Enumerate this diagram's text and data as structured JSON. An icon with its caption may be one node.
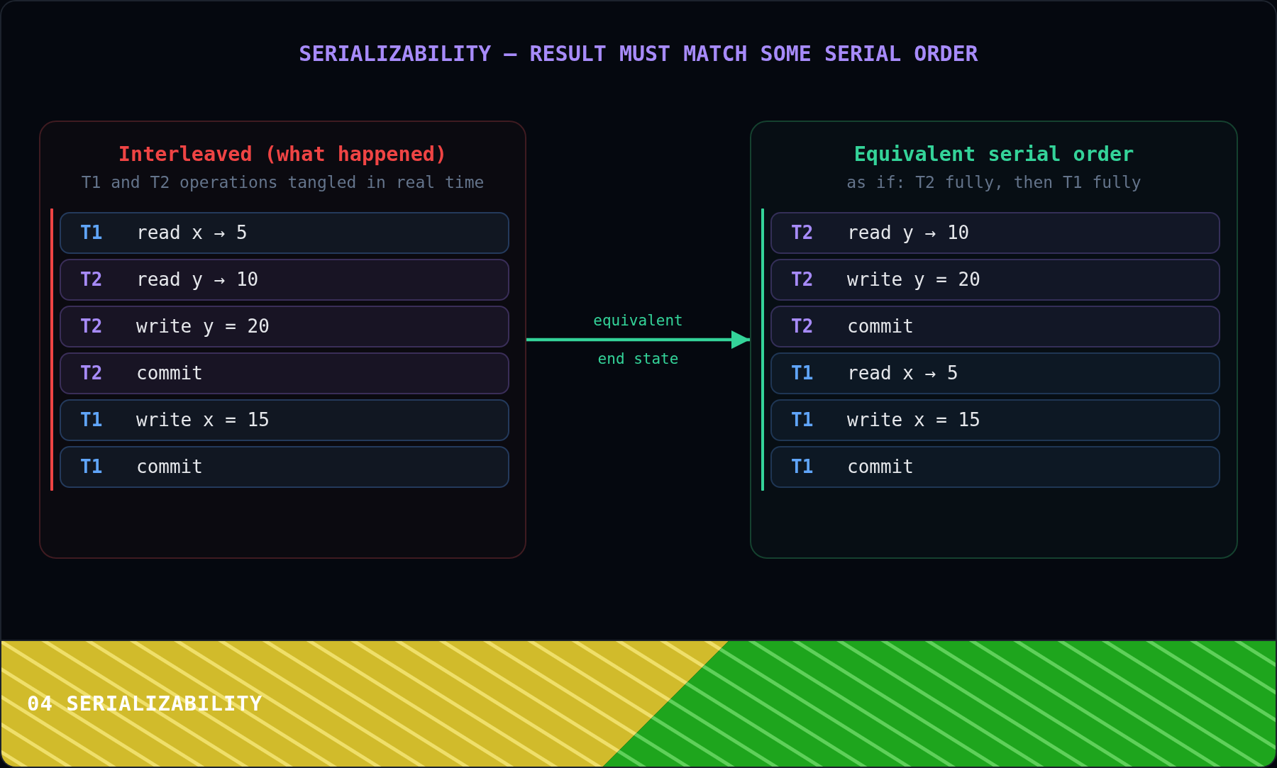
{
  "diagram": {
    "title": "SERIALIZABILITY — RESULT MUST MATCH SOME SERIAL ORDER",
    "nodes": [
      {
        "text": [
          "Interleaved (what happened)",
          "T1 and T2 operations tangled in real time"
        ]
      },
      {
        "text": [
          "T1",
          "read x → 5"
        ],
        "in": 0
      },
      {
        "text": [
          "T2",
          "read y → 10"
        ],
        "in": 0
      },
      {
        "text": [
          "T2",
          "write y = 20"
        ],
        "in": 0
      },
      {
        "text": [
          "T2",
          "commit"
        ],
        "in": 0
      },
      {
        "text": [
          "T1",
          "write x = 15"
        ],
        "in": 0
      },
      {
        "text": [
          "T1",
          "commit"
        ],
        "in": 0
      },
      {
        "text": [
          "Equivalent serial order",
          "as if: T2 fully, then T1 fully"
        ]
      },
      {
        "text": [
          "T2",
          "read y → 10"
        ],
        "in": 7
      },
      {
        "text": [
          "T2",
          "write y = 20"
        ],
        "in": 7
      },
      {
        "text": [
          "T2",
          "commit"
        ],
        "in": 7
      },
      {
        "text": [
          "T1",
          "read x → 5"
        ],
        "in": 7
      },
      {
        "text": [
          "T1",
          "write x = 15"
        ],
        "in": 7
      },
      {
        "text": [
          "T1",
          "commit"
        ],
        "in": 7
      }
    ],
    "edges": [
      {
        "from": 0,
        "to": 7,
        "arrow": "to",
        "label": "equivalent end state"
      }
    ],
    "labels": [
      "04 SERIALIZABILITY"
    ]
  }
}
